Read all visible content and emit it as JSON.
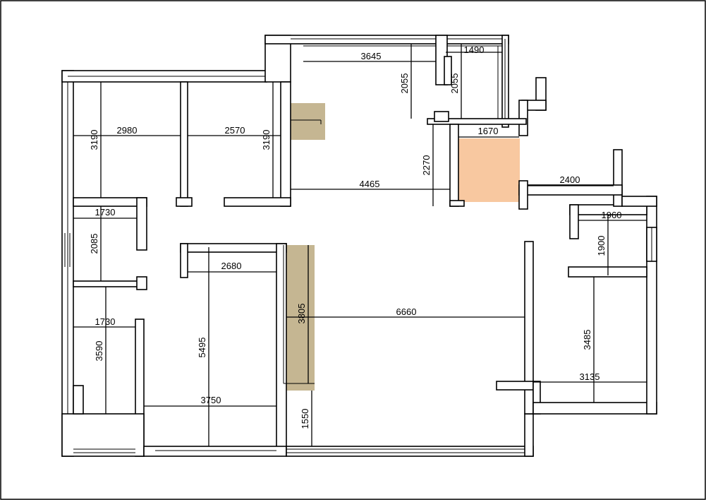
{
  "colors": {
    "border": "#000000",
    "wall": "#000000",
    "highlight_tan": "#bfae86",
    "highlight_orange": "#f8c8a0",
    "background": "#ffffff"
  },
  "dimensions": {
    "d3645": "3645",
    "d1490": "1490",
    "d2055a": "2055",
    "d2055b": "2055",
    "d3190a": "3190",
    "d2980": "2980",
    "d2570": "2570",
    "d3190b": "3190",
    "d1670": "1670",
    "d2270": "2270",
    "d4465": "4465",
    "d2400": "2400",
    "d1730a": "1730",
    "d1960": "1960",
    "d2085": "2085",
    "d1900": "1900",
    "d2680": "2680",
    "d3805": "3805",
    "d6660": "6660",
    "d1730b": "1730",
    "d3590": "3590",
    "d5495": "5495",
    "d3485": "3485",
    "d3135": "3135",
    "d3750": "3750",
    "d1550": "1550"
  }
}
